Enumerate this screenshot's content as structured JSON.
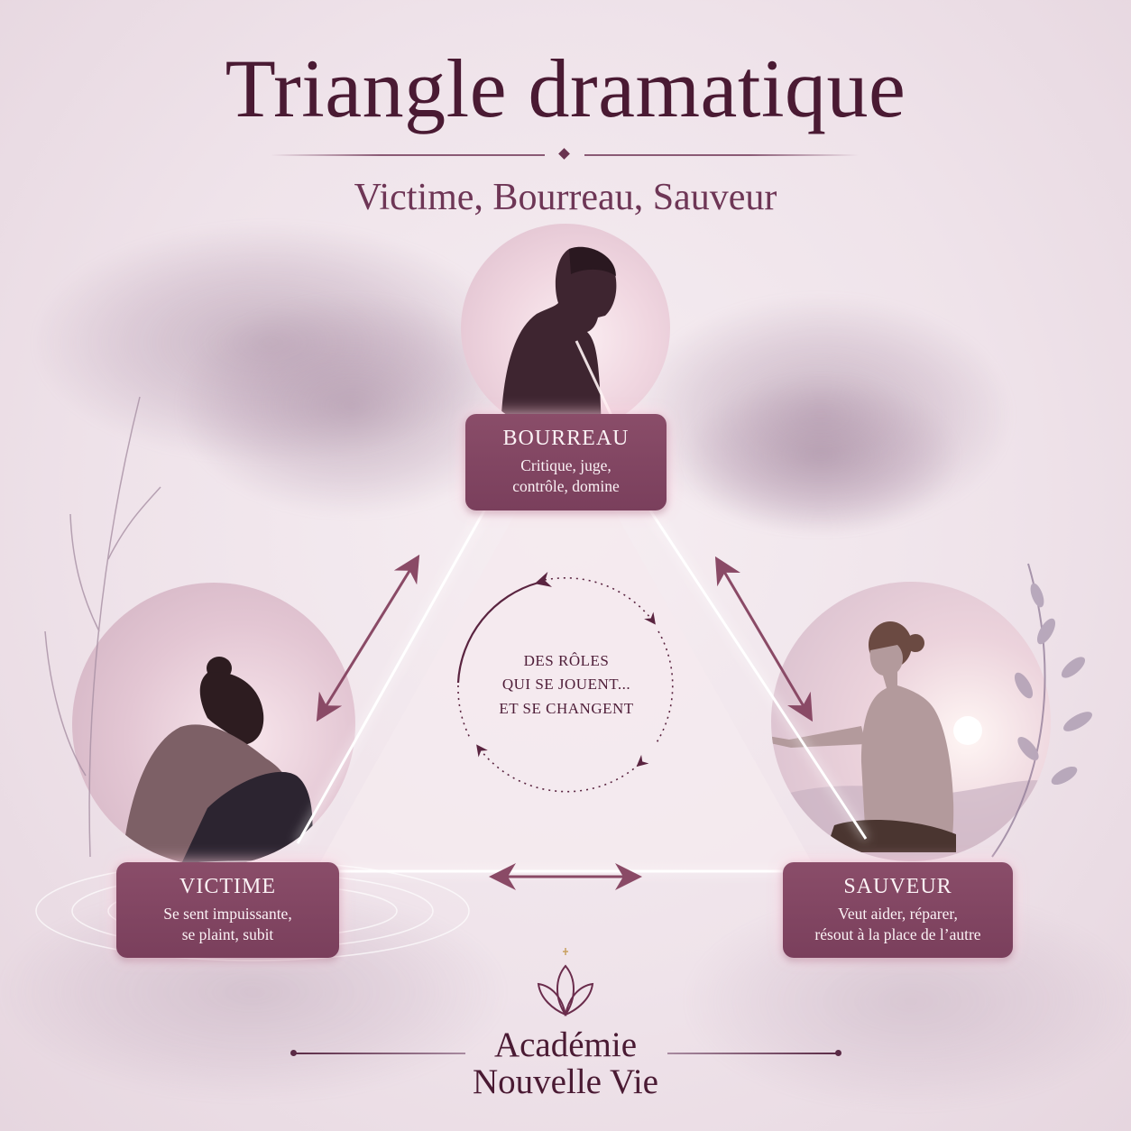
{
  "header": {
    "title": "Triangle dramatique",
    "subtitle": "Victime, Bourreau, Sauveur"
  },
  "roles": [
    {
      "id": "bourreau",
      "label": "BOURREAU",
      "description_line1": "Critique, juge,",
      "description_line2": "contrôle, domine"
    },
    {
      "id": "victime",
      "label": "VICTIME",
      "description_line1": "Se sent impuissante,",
      "description_line2": "se plaint, subit"
    },
    {
      "id": "sauveur",
      "label": "SAUVEUR",
      "description_line1": "Veut aider, réparer,",
      "description_line2": "résout à la place de l’autre"
    }
  ],
  "center": {
    "line1": "DES RÔLES",
    "line2": "QUI SE JOUENT...",
    "line3": "ET SE CHANGENT"
  },
  "footer": {
    "brand_line1": "Académie",
    "brand_line2": "Nouvelle Vie",
    "logo_icon": "lotus-icon"
  },
  "colors": {
    "title": "#4a1a33",
    "card_bg": "#7a3f5c",
    "card_text": "#fbf2f5",
    "arrow": "#8a4a66",
    "background": "#f2e7ed",
    "glow": "#ffffff"
  }
}
